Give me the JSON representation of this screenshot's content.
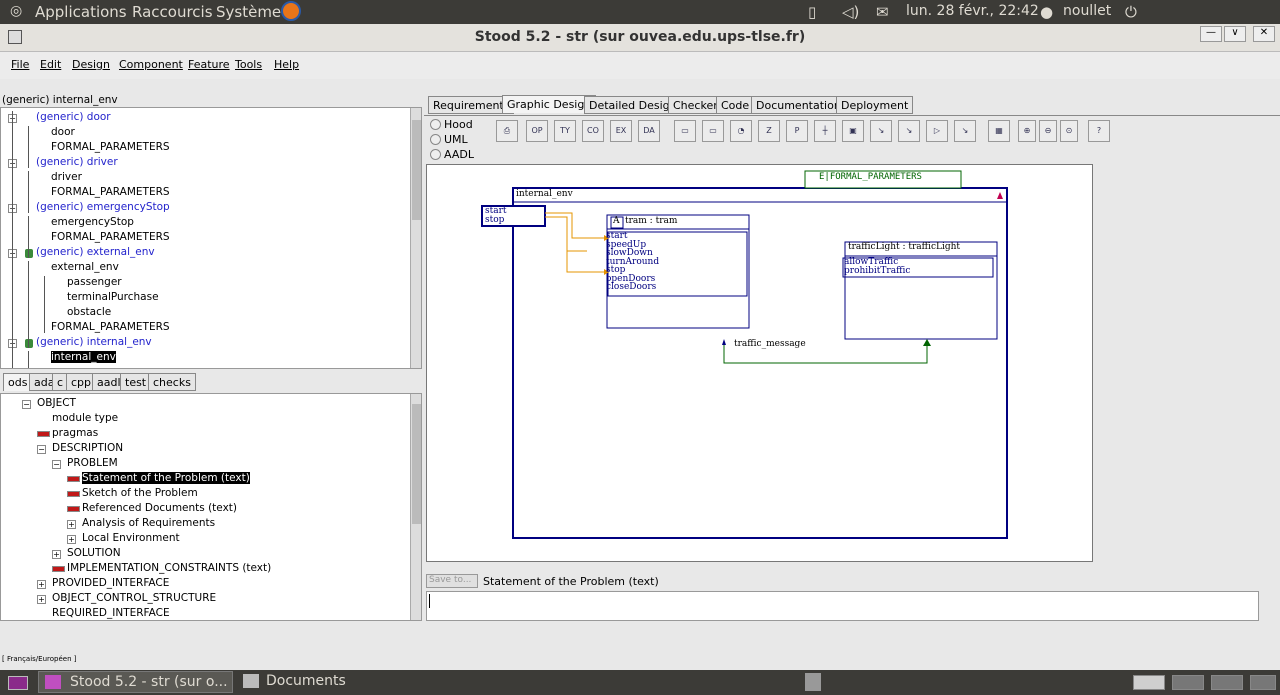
{
  "topbar": {
    "applications": "Applications",
    "shortcuts": "Raccourcis",
    "system": "Système",
    "datetime": "lun. 28 févr., 22:42",
    "user": "noullet"
  },
  "window": {
    "title": "Stood 5.2 - str (sur ouvea.edu.ups-tlse.fr)"
  },
  "menu": {
    "file": "File",
    "edit": "Edit",
    "design": "Design",
    "component": "Component",
    "feature": "Feature",
    "tools": "Tools",
    "help": "Help"
  },
  "upper_tree": {
    "header": "(generic) internal_env",
    "rows": [
      {
        "text": "(generic) door",
        "blue": true
      },
      {
        "text": "door"
      },
      {
        "text": "FORMAL_PARAMETERS"
      },
      {
        "text": "(generic) driver",
        "blue": true
      },
      {
        "text": "driver"
      },
      {
        "text": "FORMAL_PARAMETERS"
      },
      {
        "text": "(generic) emergencyStop",
        "blue": true
      },
      {
        "text": "emergencyStop"
      },
      {
        "text": "FORMAL_PARAMETERS"
      },
      {
        "text": "(generic) external_env",
        "blue": true
      },
      {
        "text": "external_env"
      },
      {
        "text": "passenger"
      },
      {
        "text": "terminalPurchase"
      },
      {
        "text": "obstacle"
      },
      {
        "text": "FORMAL_PARAMETERS"
      },
      {
        "text": "(generic) internal_env",
        "blue": true
      },
      {
        "text": "internal_env",
        "selected": true
      }
    ]
  },
  "lower_tabs": [
    "ods",
    "ada",
    "c",
    "cpp",
    "aadl",
    "test",
    "checks"
  ],
  "lower_tree": [
    {
      "text": "OBJECT"
    },
    {
      "text": "module type"
    },
    {
      "text": "pragmas"
    },
    {
      "text": "DESCRIPTION"
    },
    {
      "text": "PROBLEM"
    },
    {
      "text": "Statement of the Problem (text)",
      "selected": true
    },
    {
      "text": "Sketch of the Problem"
    },
    {
      "text": "Referenced Documents (text)"
    },
    {
      "text": "Analysis of Requirements"
    },
    {
      "text": "Local Environment"
    },
    {
      "text": "SOLUTION"
    },
    {
      "text": "IMPLEMENTATION_CONSTRAINTS (text)"
    },
    {
      "text": "PROVIDED_INTERFACE"
    },
    {
      "text": "OBJECT_CONTROL_STRUCTURE"
    },
    {
      "text": "REQUIRED_INTERFACE"
    }
  ],
  "right_tabs": [
    "Requirements",
    "Graphic Design",
    "Detailed Design",
    "Checkers",
    "Code",
    "Documentation",
    "Deployment"
  ],
  "modes": [
    "Hood",
    "UML",
    "AADL"
  ],
  "toolbar_icons": [
    "OP",
    "TY",
    "CO",
    "EX",
    "DA"
  ],
  "diagram": {
    "formal": "E|FORMAL_PARAMETERS",
    "env": "internal_env",
    "env_ops": [
      "start",
      "stop"
    ],
    "tram_head": "tram : tram",
    "tram_marker": "A",
    "tram_ops": [
      "start",
      "speedUp",
      "slowDown",
      "turnAround",
      "stop",
      "openDoors",
      "closeDoors"
    ],
    "light_head": "trafficLight : trafficLight",
    "light_ops": [
      "allowTraffic",
      "prohibitTraffic"
    ],
    "msg": "traffic_message"
  },
  "editor": {
    "save_button": "Save to...",
    "caption": "Statement of the Problem (text)"
  },
  "status": "[ Français/Européen ]",
  "taskbar": {
    "win1": "Stood 5.2 - str (sur o...",
    "win2": "Documents"
  }
}
